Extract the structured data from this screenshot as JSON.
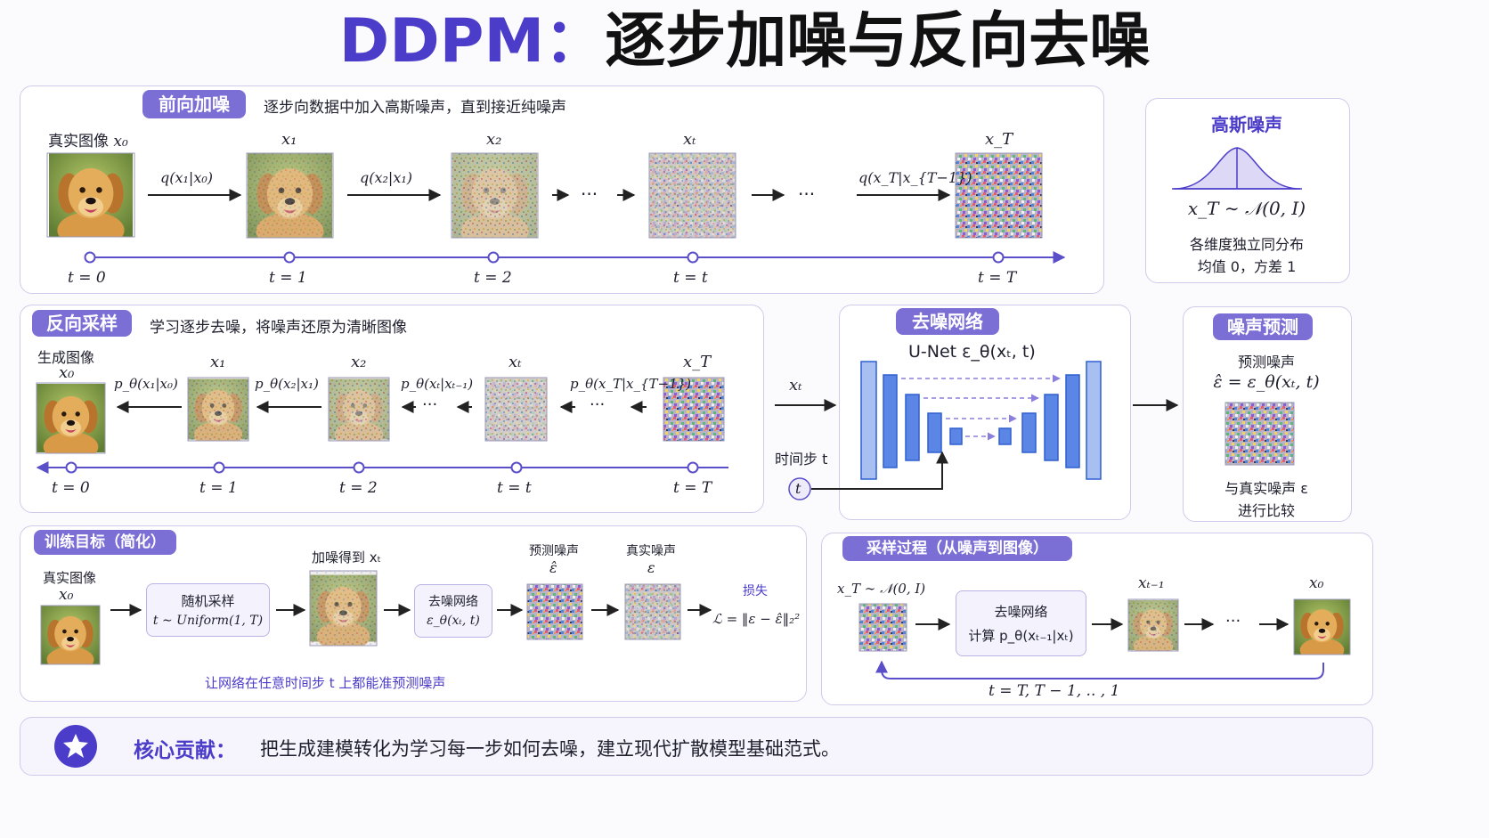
{
  "title": {
    "prefix": "DDPM：",
    "main": "逐步加噪与反向去噪"
  },
  "forward": {
    "label": "前向加噪",
    "desc": "逐步向数据中加入高斯噪声，直到接近纯噪声",
    "real_label": "真实图像",
    "x0": "x₀",
    "x1": "x₁",
    "x2": "x₂",
    "xt": "xₜ",
    "xT": "x_T",
    "q1": "q(x₁|x₀)",
    "q2": "q(x₂|x₁)",
    "qT": "q(x_T|x_{T−1})",
    "dots": "···",
    "t0": "t = 0",
    "t1": "t = 1",
    "t2": "t = 2",
    "tt": "t = t",
    "tT": "t = T"
  },
  "gauss": {
    "label": "高斯噪声",
    "formula": "x_T ∼ 𝒩(0, I)",
    "line1": "各维度独立同分布",
    "line2": "均值 0，方差 1"
  },
  "reverse": {
    "label": "反向采样",
    "desc": "学习逐步去噪，将噪声还原为清晰图像",
    "gen_label": "生成图像",
    "x0": "x₀",
    "x1": "x₁",
    "x2": "x₂",
    "xt": "xₜ",
    "xT": "x_T",
    "p1": "p_θ(x₁|x₀)",
    "p2": "p_θ(x₂|x₁)",
    "pt": "p_θ(xₜ|xₜ₋₁)",
    "pT": "p_θ(x_T|x_{T−1})",
    "dots": "···",
    "t0": "t = 0",
    "t1": "t = 1",
    "t2": "t = 2",
    "tt": "t = t",
    "tT": "t = T"
  },
  "denoise": {
    "label": "去噪网络",
    "unet": "U-Net ε_θ(xₜ, t)",
    "input": "xₜ",
    "timestep": "时间步 t",
    "t_node": "t"
  },
  "predict": {
    "label": "噪声预测",
    "line1": "预测噪声",
    "formula": "ε̂ = ε_θ(xₜ, t)",
    "cmp1": "与真实噪声 ε",
    "cmp2": "进行比较"
  },
  "train": {
    "label": "训练目标（简化）",
    "real_label": "真实图像",
    "x0": "x₀",
    "sample_title": "随机采样",
    "sample_formula": "t ∼ Uniform(1, T)",
    "noisy_label": "加噪得到 xₜ",
    "net_title": "去噪网络",
    "net_formula": "ε_θ(xₜ, t)",
    "pred_label": "预测噪声",
    "pred_sym": "ε̂",
    "true_label": "真实噪声",
    "true_sym": "ε",
    "loss_label": "损失",
    "loss_formula": "ℒ = ‖ε − ε̂‖₂²",
    "caption": "让网络在任意时间步 t 上都能准预测噪声"
  },
  "sampling": {
    "label": "采样过程（从噪声到图像）",
    "start": "x_T ∼ 𝒩(0, I)",
    "net_title": "去噪网络",
    "net_formula": "计算 p_θ(xₜ₋₁|xₜ)",
    "xt1": "xₜ₋₁",
    "x0": "x₀",
    "dots": "···",
    "loop": "t = T, T − 1, .. , 1"
  },
  "core": {
    "label": "核心贡献：",
    "text": "把生成建模转化为学习每一步如何去噪，建立现代扩散模型基础范式。"
  },
  "colors": {
    "accent": "#4b3cc9",
    "pill": "#7b6fd6",
    "unet": "#5b86e5",
    "arrow": "#222222"
  }
}
